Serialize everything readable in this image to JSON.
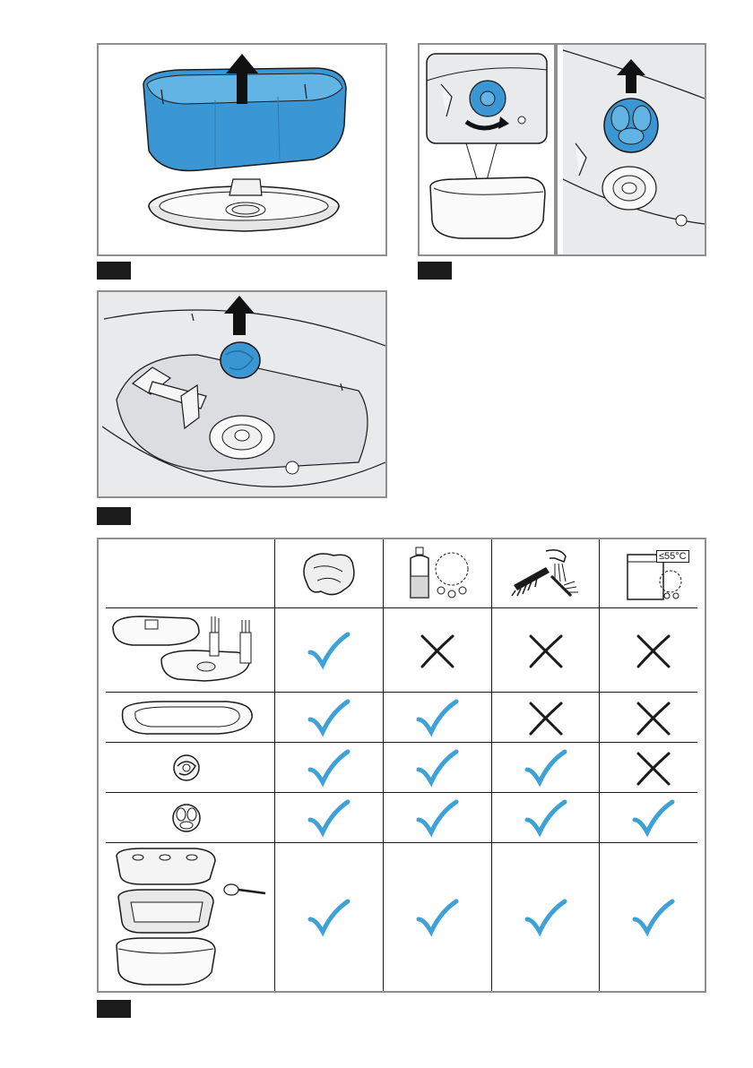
{
  "figures": [
    {
      "id": "fig-1"
    },
    {
      "id": "fig-2"
    },
    {
      "id": "fig-3"
    },
    {
      "id": "fig-4"
    }
  ],
  "table": {
    "columns": [
      {
        "icon": "cloth-wipe-icon"
      },
      {
        "icon": "dish-soap-icon"
      },
      {
        "icon": "running-water-brush-icon"
      },
      {
        "icon": "dishwasher-icon",
        "temperature_label": "≤55°C"
      }
    ],
    "rows": [
      {
        "part": "base-and-brushes",
        "marks": [
          "check",
          "cross",
          "cross",
          "cross"
        ]
      },
      {
        "part": "tank-lid-ring",
        "marks": [
          "check",
          "check",
          "cross",
          "cross"
        ]
      },
      {
        "part": "filter-small",
        "marks": [
          "check",
          "check",
          "check",
          "cross"
        ]
      },
      {
        "part": "filter-ball",
        "marks": [
          "check",
          "check",
          "check",
          "check"
        ]
      },
      {
        "part": "tank-and-spoon",
        "marks": [
          "check",
          "check",
          "check",
          "check"
        ]
      }
    ]
  },
  "colors": {
    "check": "#3ea2d6",
    "cross": "#1a1a1a",
    "tank_blue": "#3b97d3",
    "tank_blue_light": "#62b4e5",
    "outline": "#1a1a1a",
    "panel_bg_gray": "#e9eaec"
  }
}
